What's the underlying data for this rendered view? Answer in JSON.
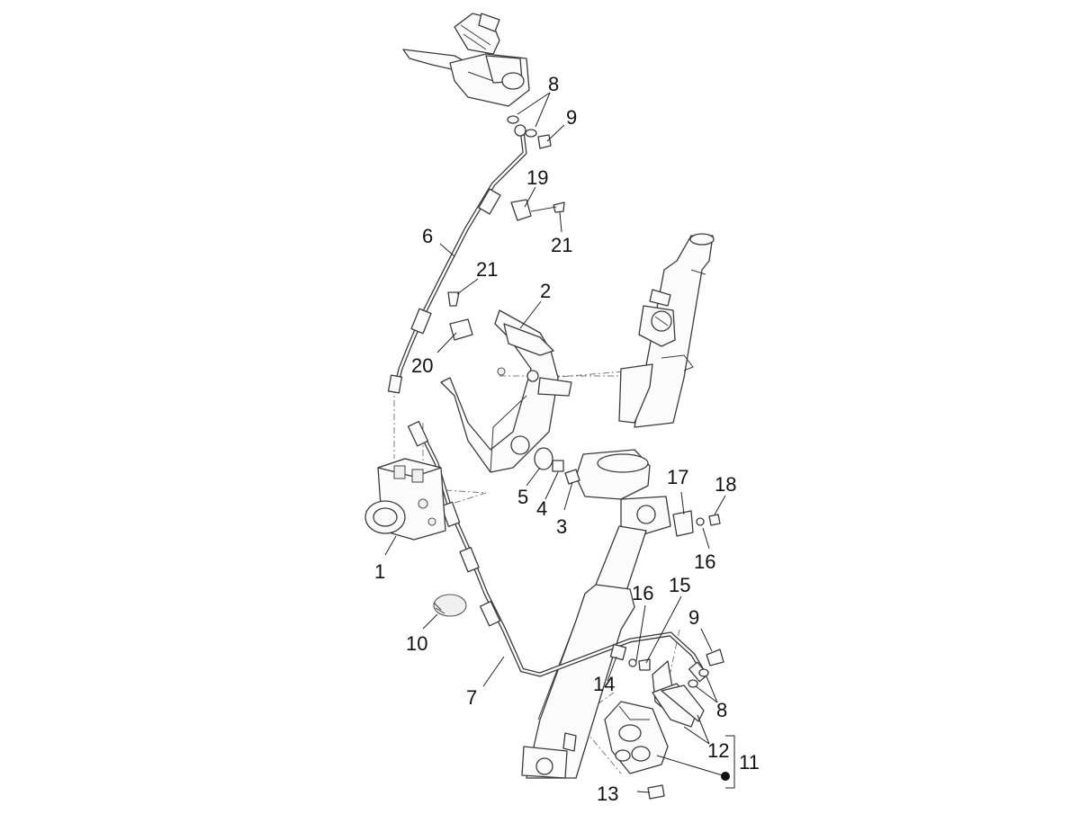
{
  "callouts": {
    "c1": "1",
    "c2": "2",
    "c3": "3",
    "c4": "4",
    "c5": "5",
    "c6": "6",
    "c7": "7",
    "c8a": "8",
    "c8b": "8",
    "c9a": "9",
    "c9b": "9",
    "c10": "10",
    "c11": "11",
    "c12": "12",
    "c13": "13",
    "c14": "14",
    "c15": "15",
    "c16a": "16",
    "c16b": "16",
    "c17": "17",
    "c18": "18",
    "c19": "19",
    "c20": "20",
    "c21a": "21",
    "c21b": "21"
  }
}
